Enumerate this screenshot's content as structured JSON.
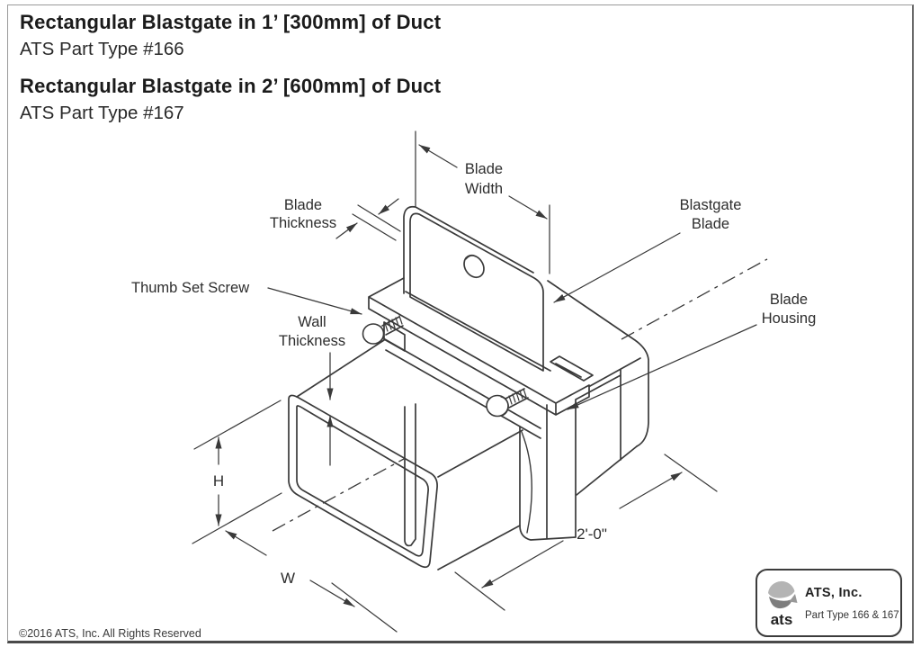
{
  "page": {
    "background": "#ffffff",
    "line_color": "#3a3a3a",
    "text_color": "#2d2d2d"
  },
  "sections": [
    {
      "title": "Rectangular Blastgate in 1’ [300mm] of Duct",
      "subtitle": "ATS Part Type #166"
    },
    {
      "title": "Rectangular Blastgate in 2’ [600mm] of Duct",
      "subtitle": "ATS Part Type #167"
    }
  ],
  "diagram": {
    "labels": {
      "blade_width": [
        "Blade",
        "Width"
      ],
      "blade_thickness": [
        "Blade",
        "Thickness"
      ],
      "thumb_set_screw": "Thumb Set Screw",
      "wall_thickness": [
        "Wall",
        "Thickness"
      ],
      "blastgate_blade": [
        "Blastgate",
        "Blade"
      ],
      "blade_housing": [
        "Blade",
        "Housing"
      ]
    },
    "dimensions": {
      "height": "H",
      "width": "W",
      "duct_length": "2'-0\""
    }
  },
  "footer": {
    "copyright": "©2016 ATS, Inc. All Rights Reserved"
  },
  "logo_box": {
    "logo_text": "ats",
    "company": "ATS, Inc.",
    "part_type": "Part Type 166 & 167"
  }
}
